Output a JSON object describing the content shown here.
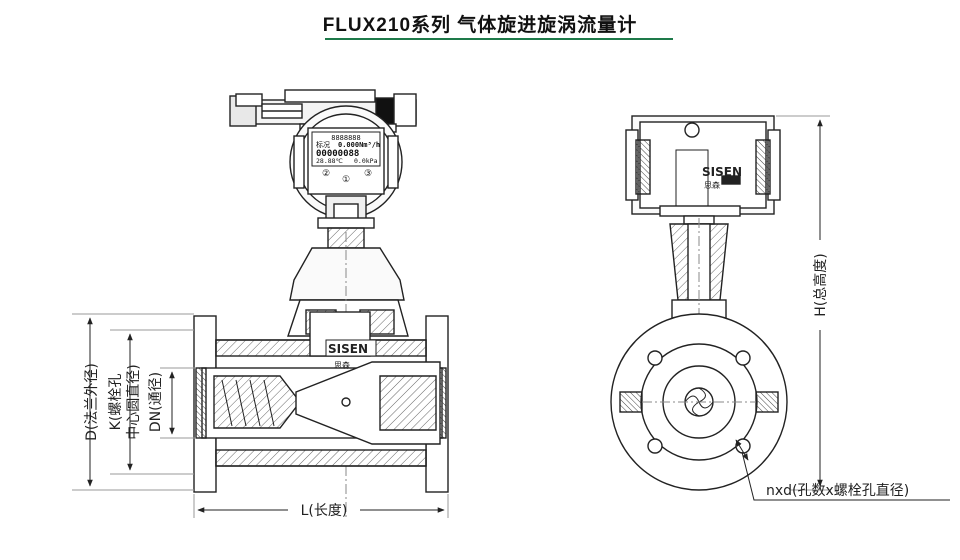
{
  "title": "FLUX210系列  气体旋进旋涡流量计",
  "colors": {
    "title_rule": "#1e7a4a",
    "line": "#222222",
    "hatch": "#666666"
  },
  "front_view": {
    "lcd": {
      "row1": "8888888",
      "row2_label": "标况",
      "row2_value": "0.000Nm³/h",
      "row3": "00000088",
      "row4_temp": "28.88℃",
      "row4_press": "0.0kPa",
      "btn1": "②",
      "btn2": "①",
      "btn3": "③"
    },
    "brand": "SISEN",
    "brand_sub": "思森"
  },
  "side_view": {
    "brand": "SISEN",
    "brand_sub": "思森"
  },
  "dimensions": {
    "D": "D(法兰外径)",
    "K1": "K(螺栓孔",
    "K2": "中心圆直径)",
    "DN": "DN(通径)",
    "L": "L(长度)",
    "H": "H(总高度)",
    "nxd": "nxd(孔数x螺栓孔直径)"
  }
}
